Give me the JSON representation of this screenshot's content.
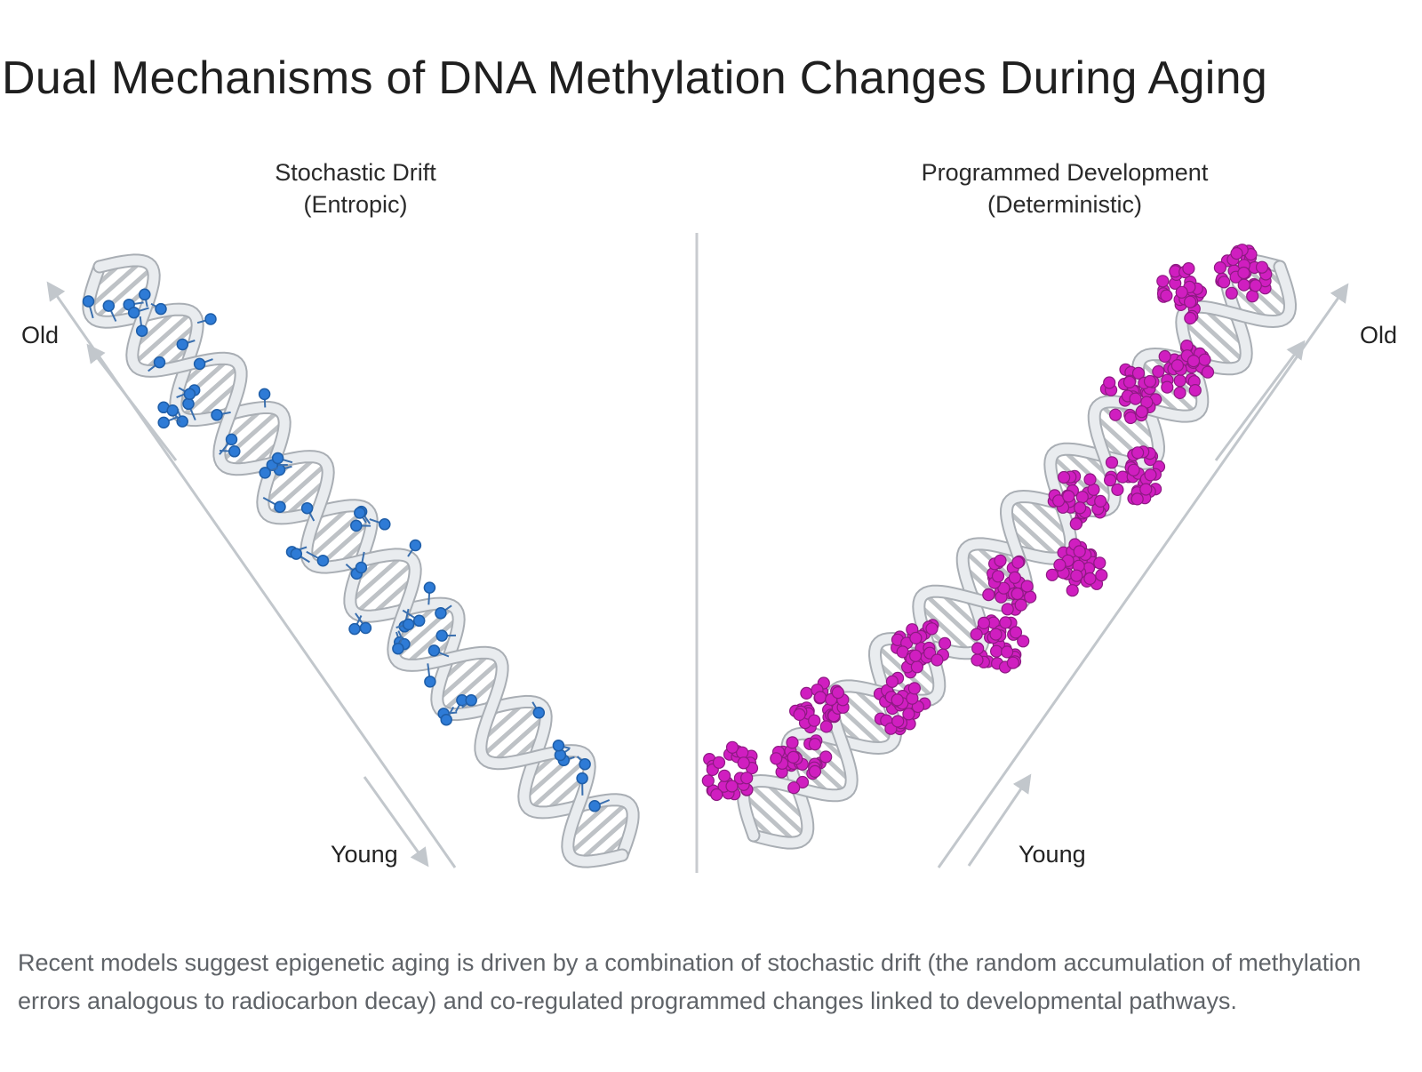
{
  "title": "Dual Mechanisms of DNA Methylation Changes During Aging",
  "panels": {
    "left": {
      "title_line1": "Stochastic Drift",
      "title_line2": "(Entropic)",
      "label_old": "Old",
      "label_young": "Young",
      "mark_color": "#2e7bd6"
    },
    "right": {
      "title_line1": "Programmed Development",
      "title_line2": "(Deterministic)",
      "label_old": "Old",
      "label_young": "Young",
      "mark_color": "#d01ec0"
    }
  },
  "colors": {
    "helix_fill": "#e9ecef",
    "helix_stroke": "#a9aeb4",
    "arrow": "#c2c7cc",
    "divider": "#c8cbcf"
  },
  "caption": "Recent models suggest epigenetic aging is driven by a combination of stochastic drift (the random accumulation of methylation errors analogous to radiocarbon decay) and co-regulated programmed changes linked to developmental pathways."
}
